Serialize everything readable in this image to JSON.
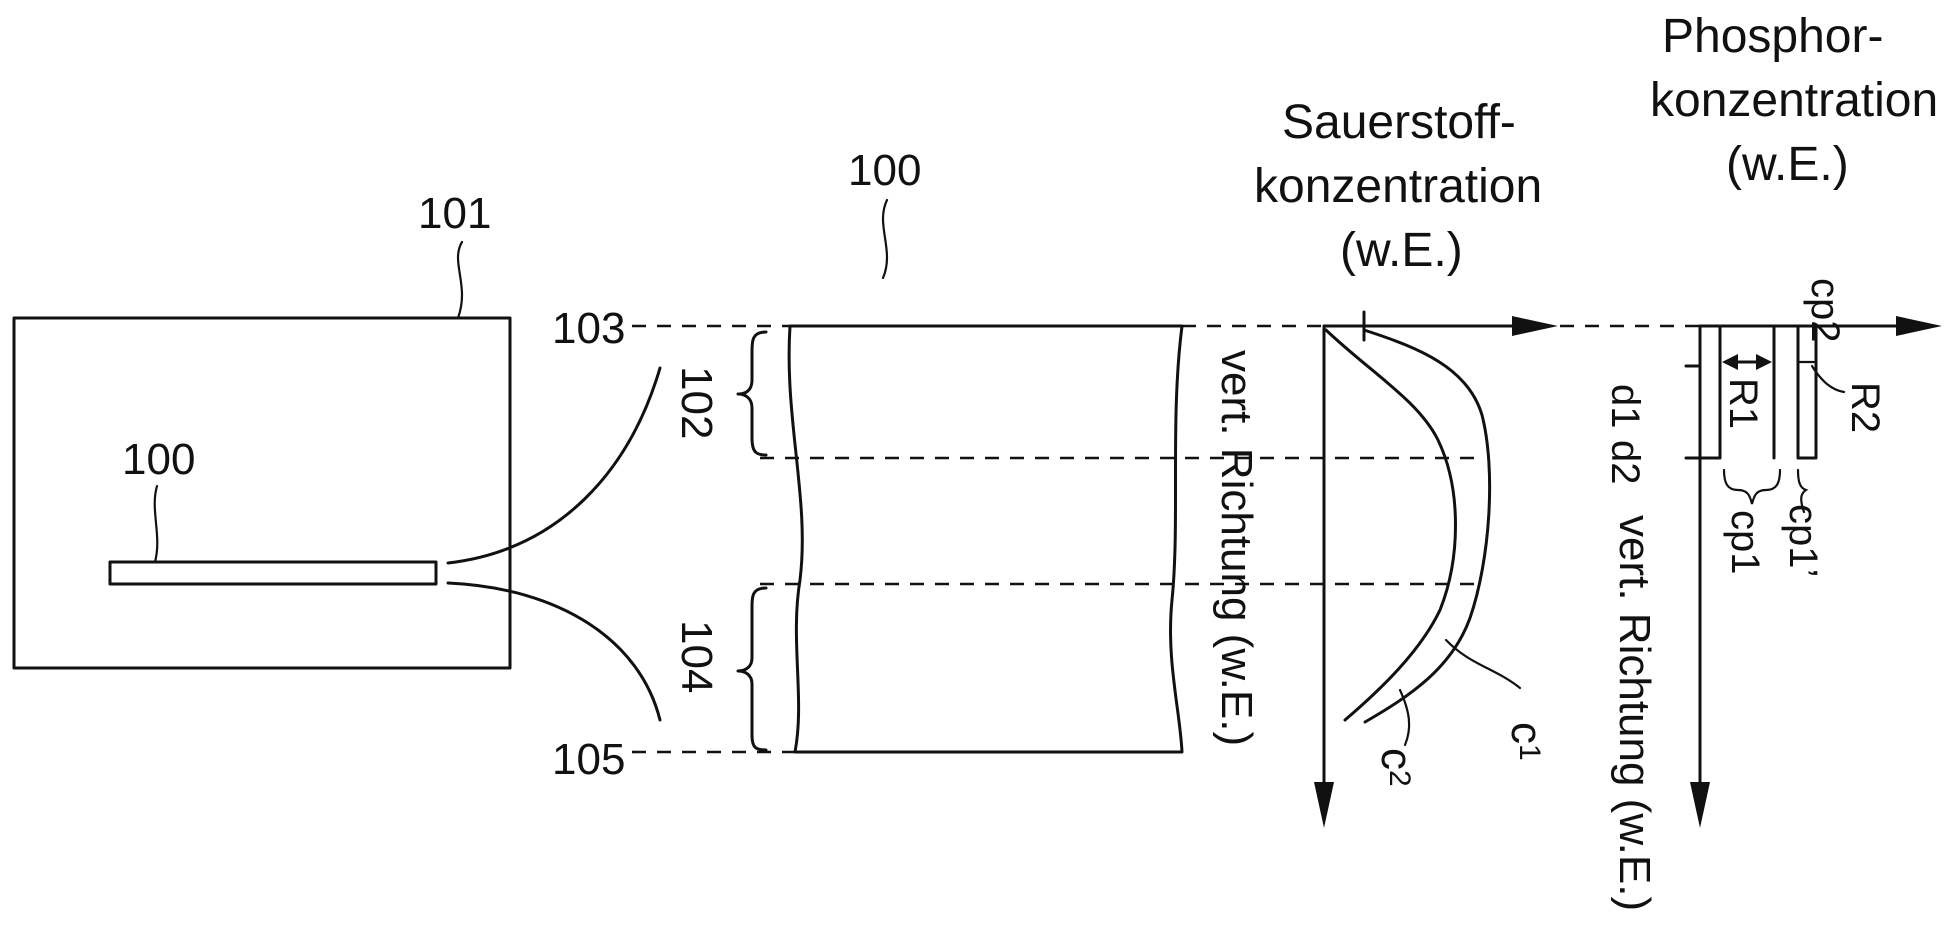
{
  "labels": {
    "wafer_box": "101",
    "wafer": "100",
    "slice": "100",
    "top_surface": "103",
    "upper_region": "102",
    "lower_region": "104",
    "bottom_surface": "105"
  },
  "oxygen_plot": {
    "title_line1": "Sauerstoff-",
    "title_line2": "konzentration",
    "title_line3": "(w.E.)",
    "axis_label": "vert. Richtung (w.E.)",
    "curve1": "c",
    "curve1_sub": "1",
    "curve2": "c",
    "curve2_sub": "2"
  },
  "phosphor_plot": {
    "title_line1": "Phosphor-",
    "title_line2": "konzentration",
    "title_line3": "(w.E.)",
    "axis_label": "vert. Richtung (w.E.)",
    "depth1": "d1",
    "depth2": "d2",
    "region1": "R1",
    "region2": "R2",
    "conc_cp1": "cp1",
    "conc_cp1_prime": "cp1’",
    "conc_cp2": "cp2"
  }
}
